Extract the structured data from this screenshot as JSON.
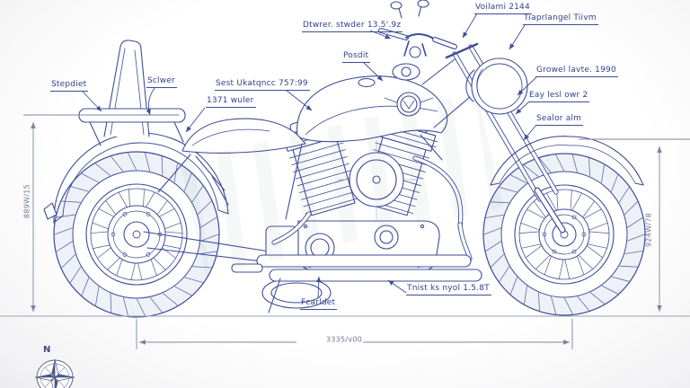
{
  "subject": "Motorcycle technical blueprint side view",
  "colors": {
    "line": "#3e4d96",
    "label_text": "#32418a",
    "dimension_text": "#6d7891",
    "background": "#fafafb"
  },
  "labels": [
    {
      "id": "handlebar",
      "text": "Dtwrer. stwder 13.5'.9z"
    },
    {
      "id": "fork-top",
      "text": "Voilami 2144"
    },
    {
      "id": "headlamp",
      "text": "Tiaprlangel Tiivm"
    },
    {
      "id": "tank",
      "text": "Posdit"
    },
    {
      "id": "front-fork",
      "text": "Growel lavte. 1990"
    },
    {
      "id": "fork-lower",
      "text": "Eay lesl owr 2"
    },
    {
      "id": "front-fender",
      "text": "Sealor alm"
    },
    {
      "id": "backrest",
      "text": "Stepdiet"
    },
    {
      "id": "seat-front",
      "text": "Sclwer"
    },
    {
      "id": "seat",
      "text": "Sest Ukatqncc 757:99"
    },
    {
      "id": "seat-lower",
      "text": "1371 wuler"
    },
    {
      "id": "frame-bottom",
      "text": "Fcarldet"
    },
    {
      "id": "exhaust",
      "text": "Tnist ks nyol 1.5.8T"
    }
  ],
  "dimensions": {
    "left": "889W/15",
    "right": "924W/78",
    "bottom": "3335/v00"
  },
  "compass": {
    "north_label": "N"
  }
}
